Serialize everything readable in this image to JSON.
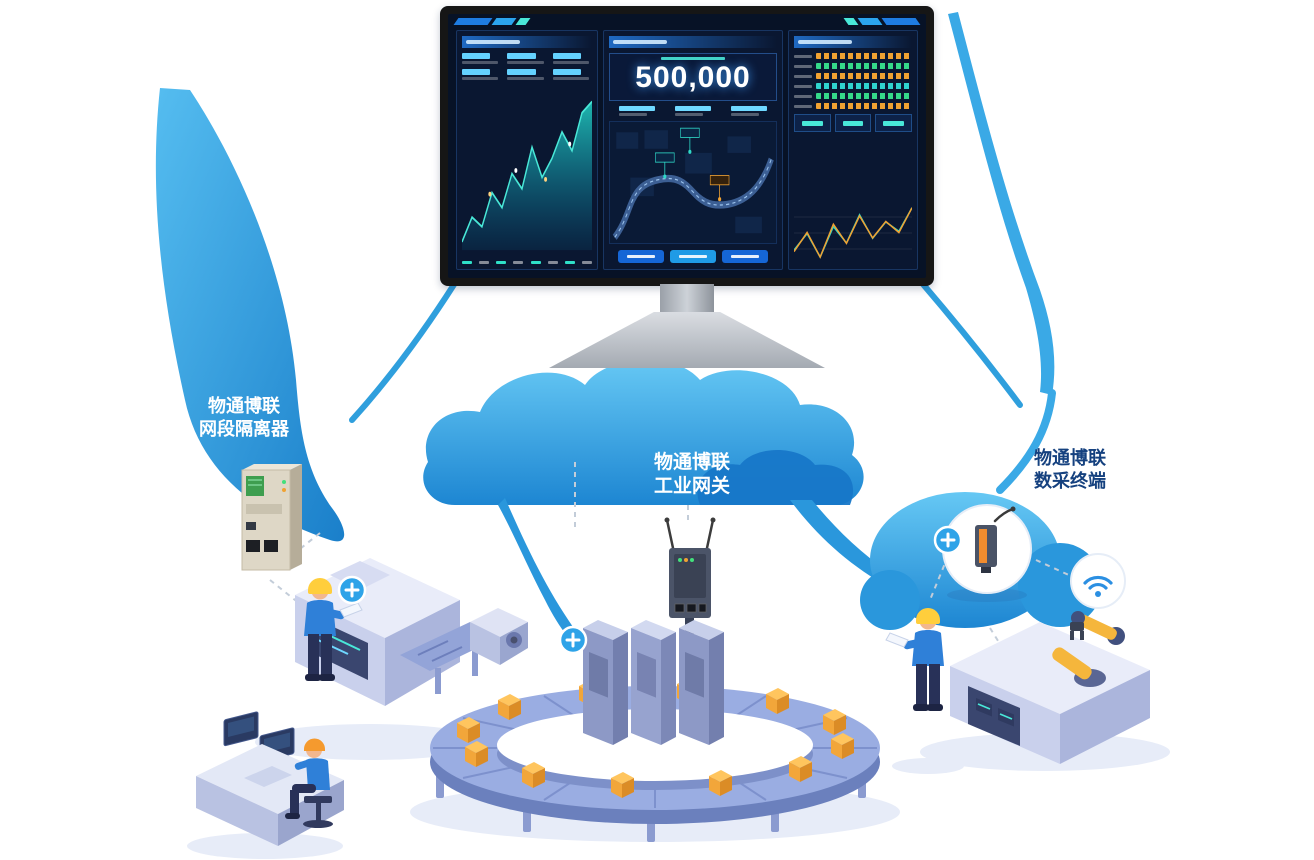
{
  "clouds": {
    "isolator_label": {
      "line1": "物通博联",
      "line2": "网段隔离器"
    },
    "gateway_label": {
      "line1": "物通博联",
      "line2": "工业网关"
    },
    "terminal_label": {
      "line1": "物通博联",
      "line2": "数采终端"
    }
  },
  "dashboard": {
    "main_stat_value": "500,000"
  },
  "colors": {
    "cloud_blue": "#2d9fe2",
    "cloud_light": "#66c8f4",
    "dashboard_bg": "#071226",
    "accent_teal": "#49e8d8",
    "accent_orange": "#f0a232",
    "crate_orange": "#f2a63a",
    "machine_lavender": "#c9d0ec"
  },
  "sparklines": {
    "left_area": {
      "values": [
        22,
        35,
        30,
        48,
        40,
        58,
        50,
        72,
        56,
        66,
        80,
        70,
        90,
        96
      ]
    },
    "right_line_a": {
      "values": [
        46,
        60,
        40,
        66,
        52,
        76,
        56,
        70,
        62,
        82
      ]
    },
    "right_line_b": {
      "values": [
        30,
        44,
        26,
        50,
        36,
        56,
        40,
        52,
        44,
        62
      ]
    }
  }
}
